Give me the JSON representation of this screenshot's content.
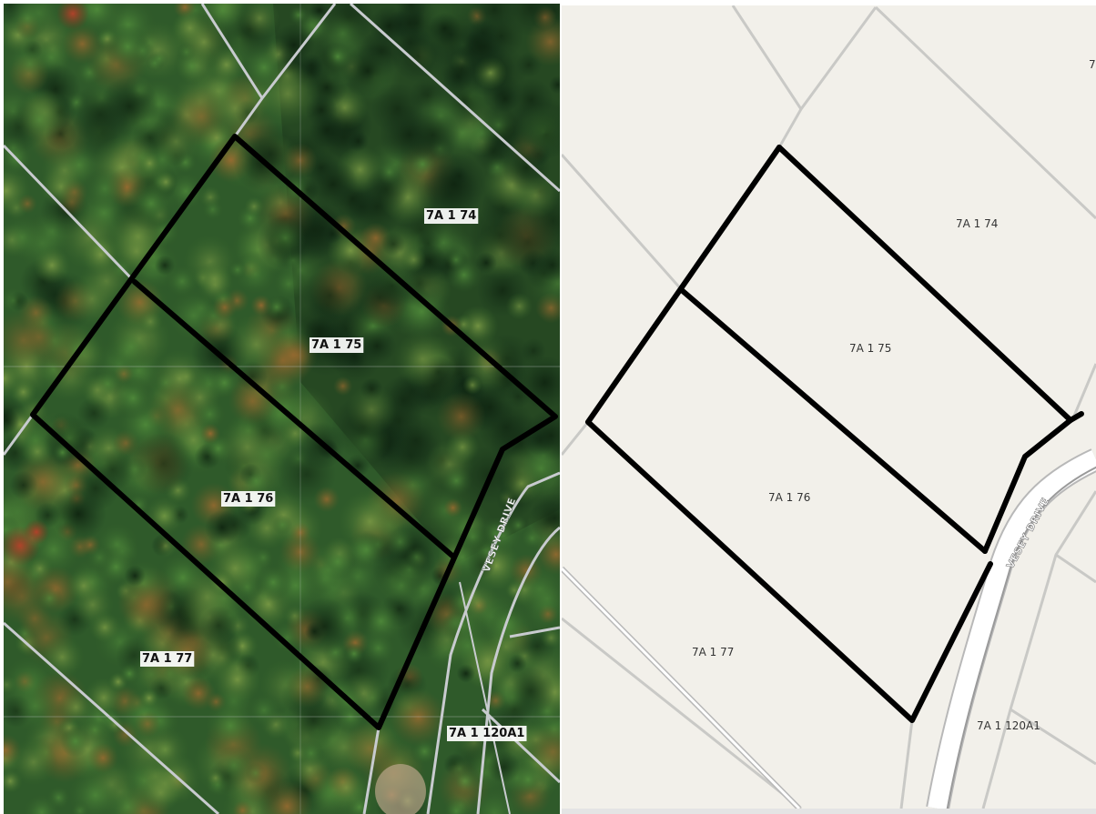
{
  "panels": {
    "satellite": {
      "view": "aerial imagery"
    },
    "street": {
      "view": "street map"
    }
  },
  "parcels": [
    {
      "id": "p74",
      "label": "7A 1   74"
    },
    {
      "id": "p75",
      "label": "7A 1   75"
    },
    {
      "id": "p76",
      "label": "7A 1   76"
    },
    {
      "id": "p77",
      "label": "7A 1   77"
    },
    {
      "id": "p120",
      "label": "7A 1   120A1"
    }
  ],
  "edge_label": "7",
  "road": {
    "name": "VESEY DRIVE"
  },
  "colors": {
    "outline": "#000000",
    "parcel_line_sat": "#c8cbcf",
    "parcel_line_map": "#c9c9c6",
    "map_bg": "#f2f0ea",
    "forest_dark": "#1f3a1c",
    "forest_mid": "#2f5a2a",
    "forest_light": "#6a8a3a",
    "road_fill": "#ffffff",
    "road_edge": "#b8b8b8"
  }
}
